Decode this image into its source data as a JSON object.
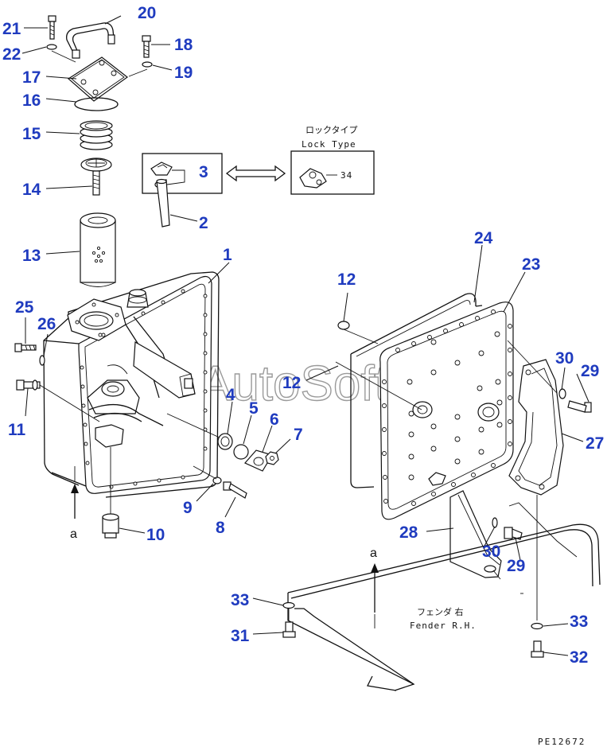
{
  "diagram": {
    "watermark": "AutoSoft",
    "drawing_code": "PE12672",
    "lock_type": {
      "label_jp": "ロックタイプ",
      "label_en": "Lock Type",
      "part_ref": "34"
    },
    "fender": {
      "label_jp": "フェンダ 右",
      "label_en": "Fender R.H."
    },
    "view_markers": [
      "a",
      "a"
    ],
    "callouts": [
      "21",
      "20",
      "18",
      "22",
      "19",
      "17",
      "16",
      "15",
      "3",
      "14",
      "2",
      "13",
      "1",
      "24",
      "12",
      "23",
      "25",
      "26",
      "12",
      "30",
      "29",
      "4",
      "11",
      "5",
      "6",
      "7",
      "27",
      "9",
      "8",
      "10",
      "28",
      "30",
      "29",
      "33",
      "31",
      "33",
      "32"
    ]
  }
}
